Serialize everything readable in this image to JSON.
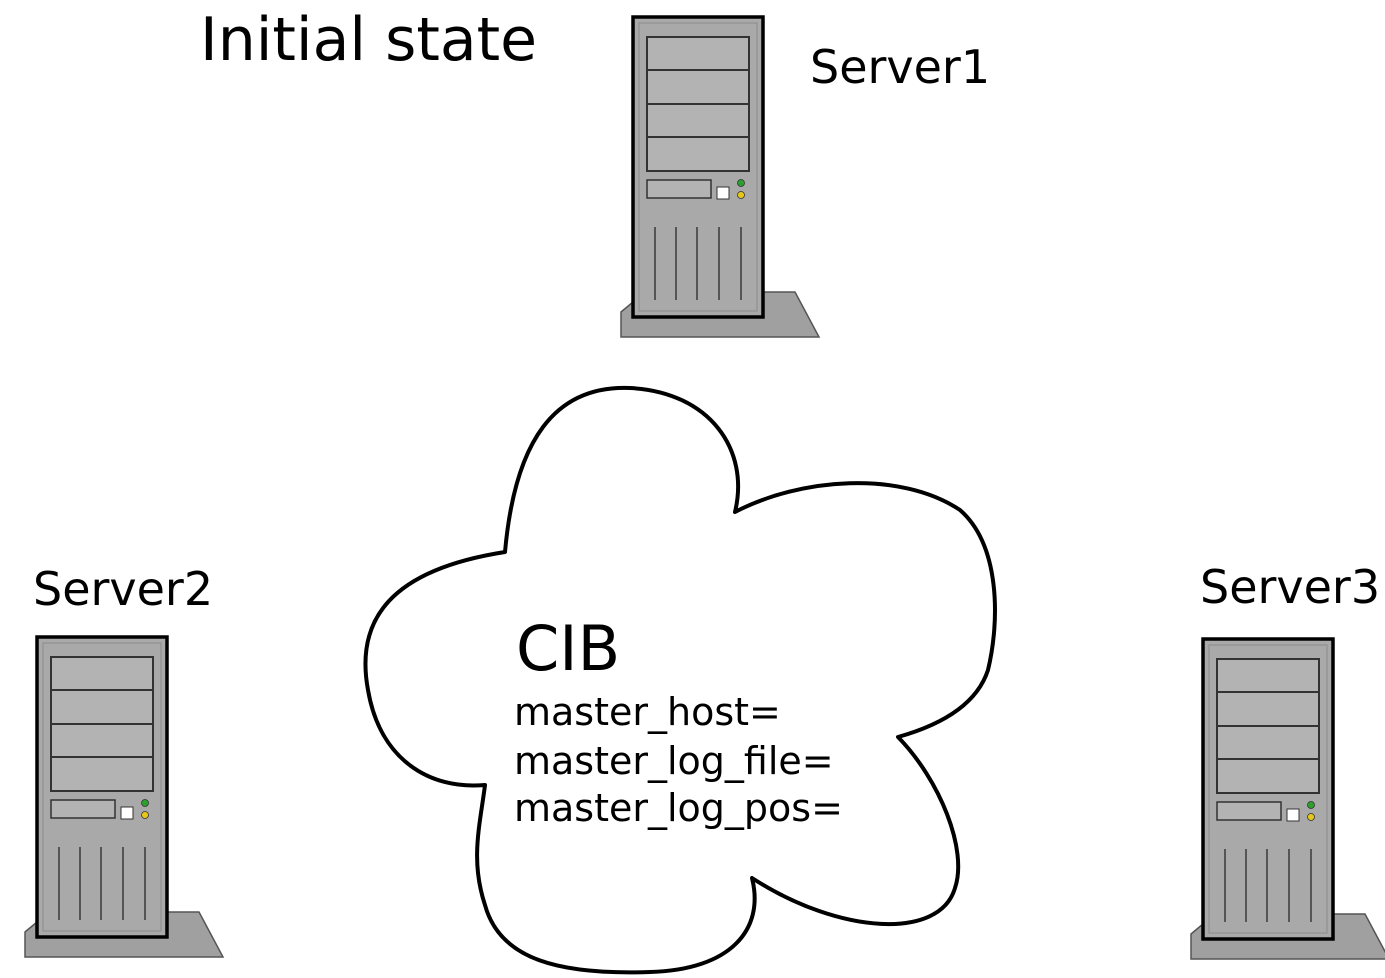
{
  "title": "Initial state",
  "servers": [
    {
      "label": "Server1",
      "icon": "server-tower-icon"
    },
    {
      "label": "Server2",
      "icon": "server-tower-icon"
    },
    {
      "label": "Server3",
      "icon": "server-tower-icon"
    }
  ],
  "cib": {
    "title": "CIB",
    "icon": "cloud-icon",
    "fields": [
      "master_host=",
      "master_log_file=",
      "master_log_pos="
    ]
  },
  "colors": {
    "server_body": "#a9a9a9",
    "server_stand": "#a0a0a0",
    "server_panel": "#b3b3b3",
    "led_green": "#2ca02c",
    "led_yellow": "#e6c619",
    "outline": "#000000",
    "cloud_fill": "#ffffff"
  }
}
